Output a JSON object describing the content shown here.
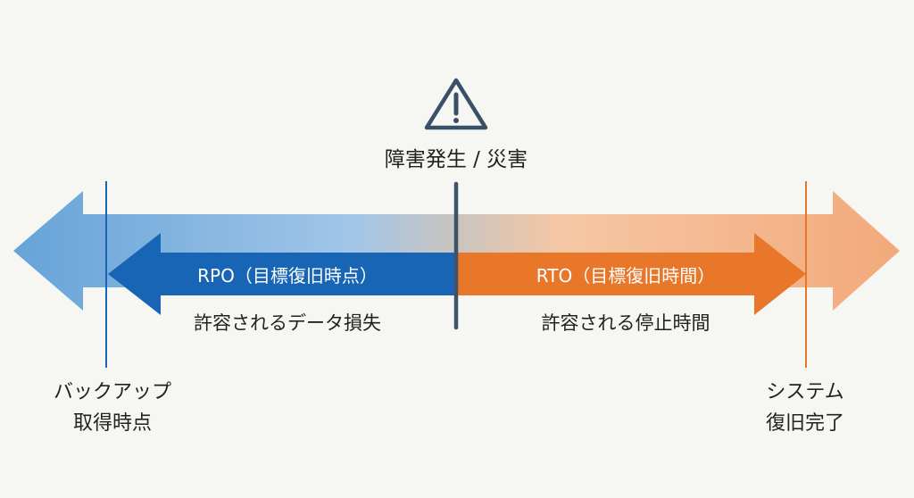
{
  "event": {
    "label": "障害発生 / 災害",
    "icon": "warning-triangle-icon"
  },
  "rpo": {
    "title": "RPO（目標復旧時点）",
    "caption": "許容されるデータ損失"
  },
  "rto": {
    "title": "RTO（目標復旧時間）",
    "caption": "許容される停止時間"
  },
  "backup_point": {
    "line1": "バックアップ",
    "line2": "取得時点"
  },
  "recovery_point": {
    "line1": "システム",
    "line2": "復旧完了"
  },
  "colors": {
    "background": "#f6f6f3",
    "rpo_blue": "#1865b5",
    "rto_orange": "#e8772a",
    "wide_blue": "#5f9fd6",
    "wide_orange": "#f2a574",
    "event_line": "#3e526a",
    "icon": "#3a5068",
    "text": "#222222"
  }
}
